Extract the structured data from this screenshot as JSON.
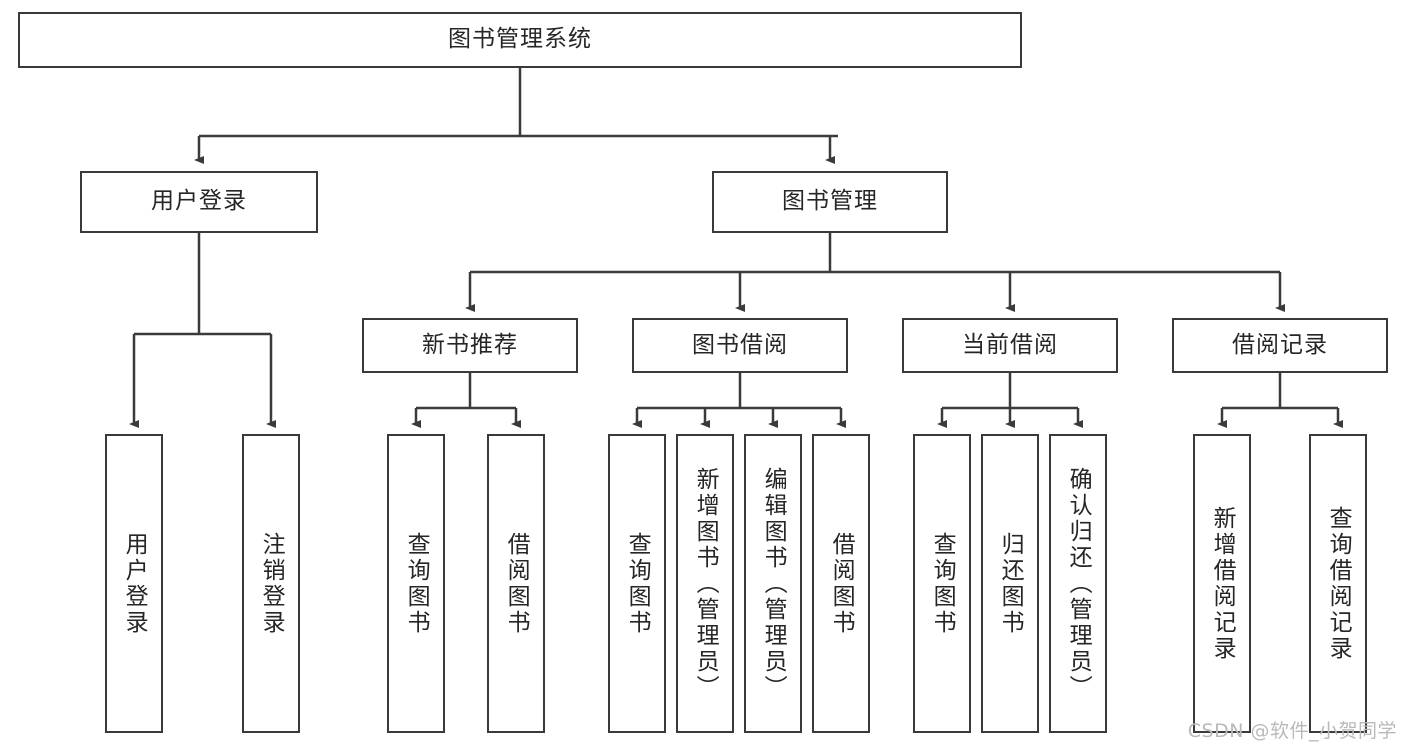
{
  "diagram": {
    "title": "图书管理系统",
    "type": "tree-hierarchy-chart",
    "root": {
      "label": "图书管理系统"
    },
    "level2": [
      {
        "label": "用户登录"
      },
      {
        "label": "图书管理"
      }
    ],
    "level3": [
      {
        "label": "新书推荐"
      },
      {
        "label": "图书借阅"
      },
      {
        "label": "当前借阅"
      },
      {
        "label": "借阅记录"
      }
    ],
    "leaves": {
      "user_login": [
        {
          "label": "用户登录"
        },
        {
          "label": "注销登录"
        }
      ],
      "new_book_recommend": [
        {
          "label": "查询图书"
        },
        {
          "label": "借阅图书"
        }
      ],
      "book_borrow": [
        {
          "label": "查询图书"
        },
        {
          "label": "新增图书（管理员）"
        },
        {
          "label": "编辑图书（管理员）"
        },
        {
          "label": "借阅图书"
        }
      ],
      "current_borrow": [
        {
          "label": "查询图书"
        },
        {
          "label": "归还图书"
        },
        {
          "label": "确认归还（管理员）"
        }
      ],
      "borrow_record": [
        {
          "label": "新增借阅记录"
        },
        {
          "label": "查询借阅记录"
        }
      ]
    }
  },
  "watermark": {
    "text": "CSDN @软件_小贺同学"
  },
  "colors": {
    "stroke": "#3a3a3a",
    "text": "#262626",
    "background": "#ffffff",
    "watermark": "#b9b9b9"
  }
}
